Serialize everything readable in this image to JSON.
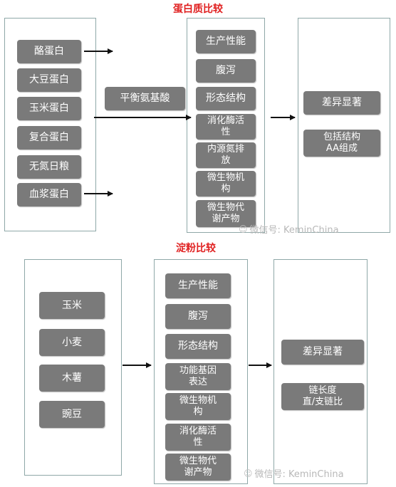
{
  "protein": {
    "title": "蛋白质比较",
    "sources": [
      "酪蛋白",
      "大豆蛋白",
      "玉米蛋白",
      "复合蛋白",
      "无氮日粮",
      "血浆蛋白"
    ],
    "middle_label": "平衡氨基酸",
    "effects": [
      "生产性能",
      "腹泻",
      "形态结构",
      "消化酶活\n性",
      "内源氮排\n放",
      "微生物机\n构",
      "微生物代\n谢产物"
    ],
    "results": [
      "差异显著",
      "包括结构\nAA组成"
    ],
    "watermark": "微信号: KeminChina"
  },
  "starch": {
    "title": "淀粉比较",
    "sources": [
      "玉米",
      "小麦",
      "木薯",
      "豌豆"
    ],
    "effects": [
      "生产性能",
      "腹泻",
      "形态结构",
      "功能基因\n表达",
      "微生物机\n构",
      "消化酶活\n性",
      "微生物代\n谢产物"
    ],
    "results": [
      "差异显著",
      "链长度\n直/支链比"
    ],
    "watermark": "微信号: KeminChina"
  },
  "colors": {
    "title": "#e02020",
    "box": "#7a7a7a",
    "panel_border": "#8fa8a8"
  },
  "icons": {
    "watermark": "wechat-icon",
    "connector": "arrow-right"
  }
}
